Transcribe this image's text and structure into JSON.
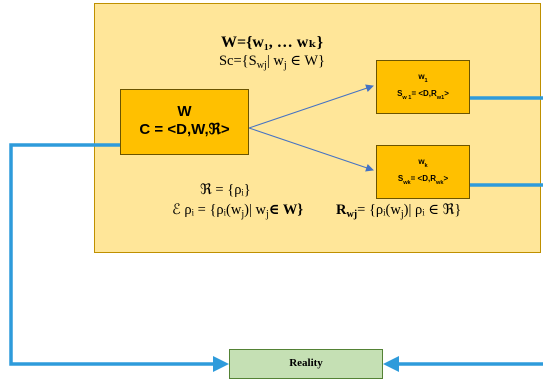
{
  "panel": {
    "top_formula_line1": "W={w₁, … wₖ}",
    "top_formula_line2": "Sc={S",
    "top_formula_line2_sub": "wj",
    "top_formula_line2_rest": "| w",
    "top_formula_line2_sub2": "j",
    "top_formula_line2_end": " ∈ W}",
    "rho_set": "ℜ = {ρᵢ}",
    "rho_def_prefix": "ℰ ρᵢ = {ρᵢ(w",
    "rho_def_sub": "j",
    "rho_def_suffix": ")| w",
    "rho_def_sub2": "j",
    "rho_def_end": "∈ W}",
    "r_label": "R",
    "r_sub": "wj",
    "r_def": "= {ρᵢ(w",
    "r_def_sub": "j",
    "r_def_end": ")| ρᵢ ∈ ℜ}"
  },
  "box_c": {
    "title": "W",
    "formula": "C = <D,W,ℜ>"
  },
  "box_w1": {
    "title": "w",
    "title_sub": "1",
    "formula_prefix": "S",
    "formula_sub": "w 1",
    "formula_mid": "= <D,R",
    "formula_sub2": "w1",
    "formula_end": ">"
  },
  "box_wk": {
    "title": "w",
    "title_sub": "k",
    "formula_prefix": "S",
    "formula_sub": "wk",
    "formula_mid": "= <D,R",
    "formula_sub2": "wk",
    "formula_end": ">"
  },
  "reality": {
    "label": "Reality"
  },
  "colors": {
    "panel_fill": "#FFE699",
    "box_fill": "#FFC000",
    "reality_fill": "#C5E0B4",
    "connector": "#2E9BDB",
    "arrow_thin": "#4472C4"
  }
}
